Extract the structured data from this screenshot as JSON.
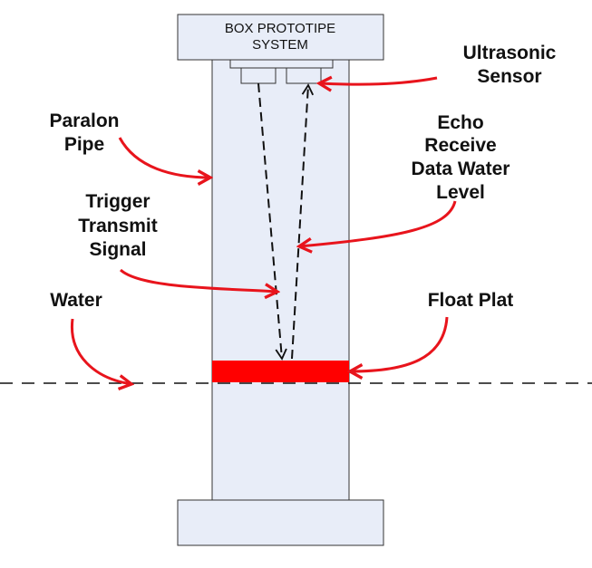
{
  "diagram": {
    "box_title_line1": "BOX PROTOTIPE",
    "box_title_line2": "SYSTEM",
    "labels": {
      "ultrasonic": [
        "Ultrasonic",
        "Sensor"
      ],
      "paralon": [
        "Paralon",
        "Pipe"
      ],
      "echo": [
        "Echo",
        "Receive",
        "Data Water",
        "Level"
      ],
      "trigger": [
        "Trigger",
        "Transmit",
        "Signal"
      ],
      "water": [
        "Water"
      ],
      "float": [
        "Float Plat"
      ]
    }
  },
  "colors": {
    "pipe_fill": "#e8edf8",
    "outline": "#333333",
    "arrow_red": "#e8141c",
    "float_red": "#ff0000",
    "dash": "#111111"
  }
}
